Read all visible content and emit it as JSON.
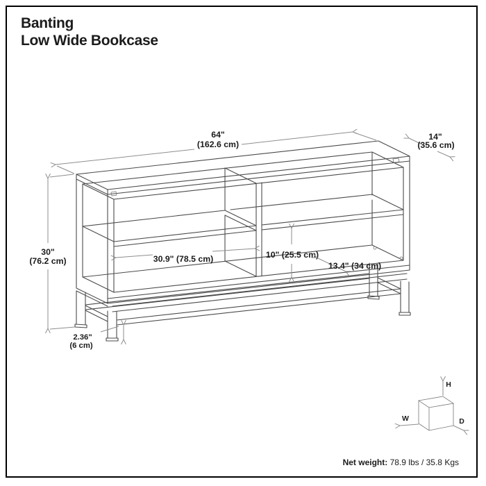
{
  "page": {
    "title_line1": "Banting",
    "title_line2": "Low Wide Bookcase",
    "net_weight_label": "Net weight:",
    "net_weight_value": "78.9 lbs / 35.8 Kgs"
  },
  "dims": {
    "width": {
      "inches": "64\"",
      "cm": "(162.6 cm)"
    },
    "depth": {
      "inches": "14\"",
      "cm": "(35.6 cm)"
    },
    "height": {
      "inches": "30\"",
      "cm": "(76.2 cm)"
    },
    "shelf_width": "30.9\" (78.5 cm)",
    "shelf_height": "10\" (25.5 cm)",
    "shelf_depth": "13.4\" (34 cm)",
    "base_height": {
      "inches": "2.36\"",
      "cm": "(6 cm)"
    }
  },
  "axis_cube": {
    "w": "W",
    "d": "D",
    "h": "H"
  },
  "colors": {
    "drawing_line": "#4a4a4a",
    "dimension_line": "#8d8d8d",
    "text": "#1b1b1b",
    "border": "#000000",
    "background": "#ffffff"
  }
}
